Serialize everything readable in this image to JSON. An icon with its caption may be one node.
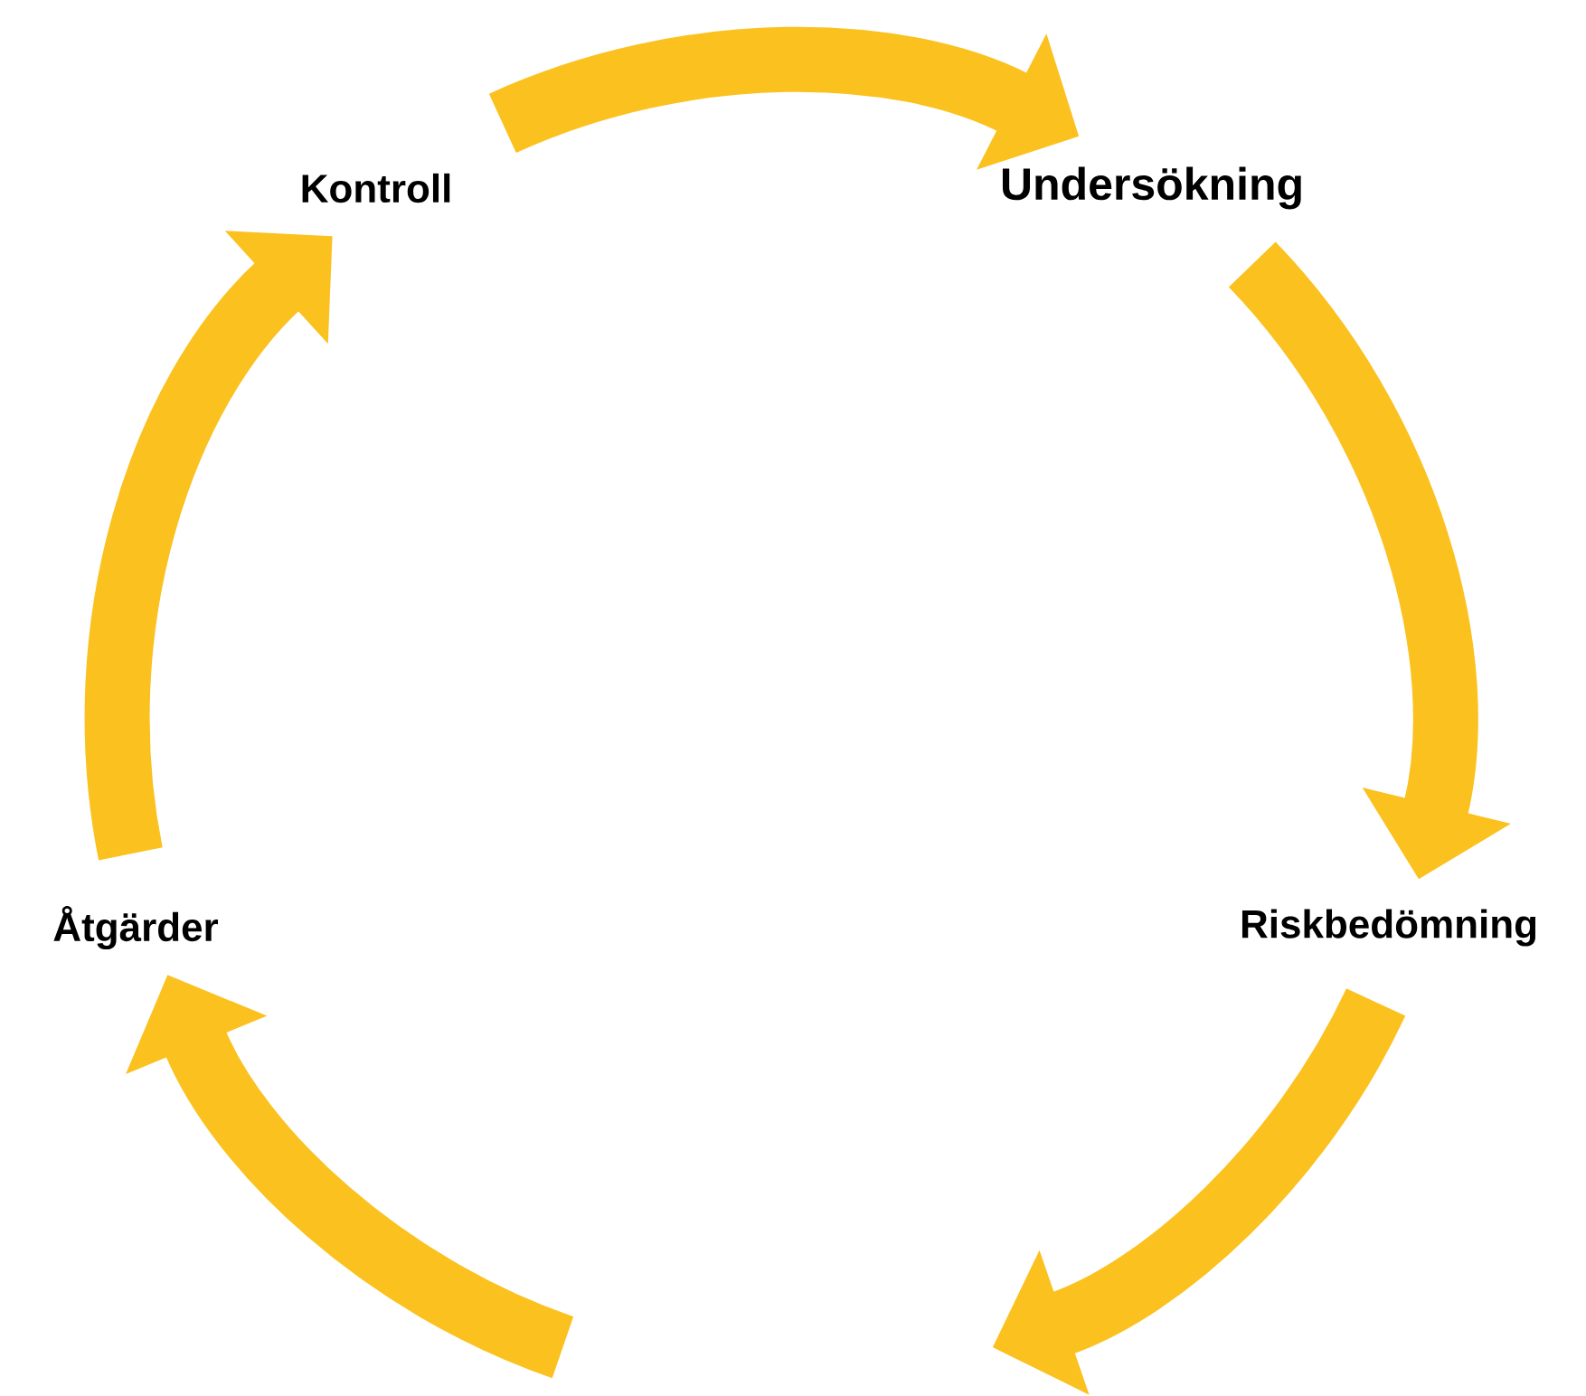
{
  "diagram": {
    "nodes": [
      {
        "text": [
          "Kontroll"
        ]
      },
      {
        "text": [
          "Undersökning"
        ]
      },
      {
        "text": [
          "Riskbedömning"
        ]
      },
      {
        "text": [
          "Åtgärder"
        ]
      }
    ],
    "edges": [
      {
        "from": 0,
        "to": 1,
        "arrow": "to"
      },
      {
        "from": 1,
        "to": 2,
        "arrow": "to"
      },
      {
        "from": 2,
        "to": null,
        "arrow": "to"
      },
      {
        "from": null,
        "to": 3,
        "arrow": "to"
      },
      {
        "from": 3,
        "to": 0,
        "arrow": "to"
      }
    ]
  }
}
